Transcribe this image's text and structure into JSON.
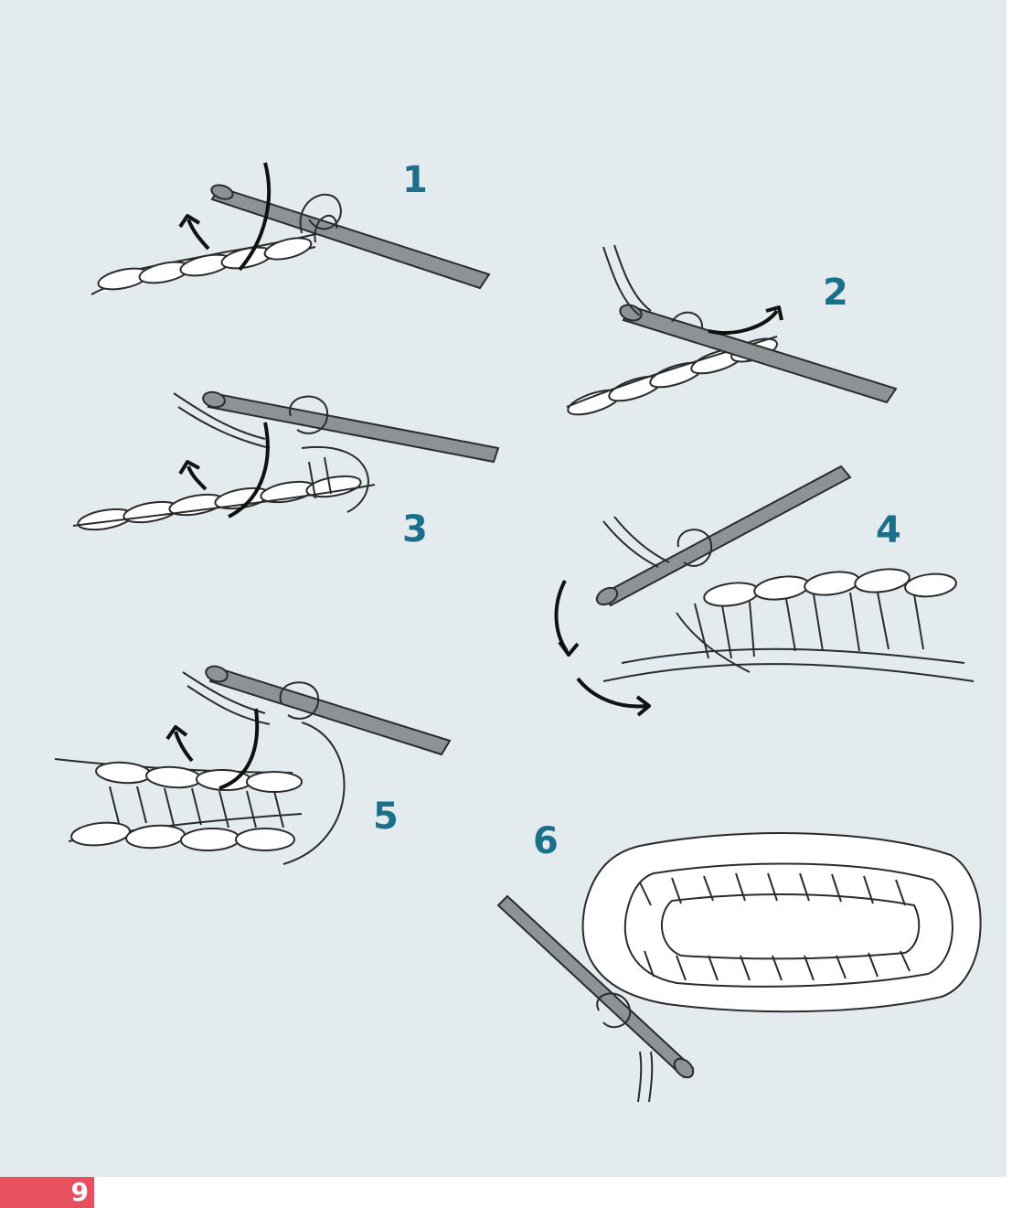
{
  "steps": [
    {
      "number": "1"
    },
    {
      "number": "2"
    },
    {
      "number": "3"
    },
    {
      "number": "4"
    },
    {
      "number": "5"
    },
    {
      "number": "6"
    }
  ],
  "page_number": "9",
  "colors": {
    "background": "#e4ebee",
    "step_number": "#1a6f8a",
    "hook": "#8c9296",
    "yarn_outline": "#2b2b2b",
    "yarn_fill": "#ffffff",
    "arrow": "#111111",
    "page_tab": "#e7505f"
  },
  "icons": [
    "crochet-hook-icon",
    "curved-arrow-icon"
  ]
}
